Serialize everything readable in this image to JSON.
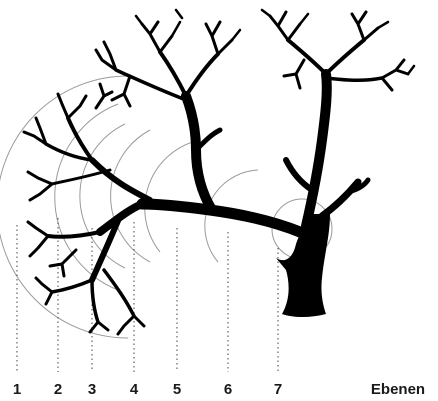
{
  "diagram": {
    "levels": [
      "1",
      "2",
      "3",
      "4",
      "5",
      "6",
      "7"
    ],
    "levels_label": "Ebenen"
  },
  "colors": {
    "tree": "#000000",
    "arcs": "#9a9a9a",
    "guides": "#555555",
    "background": "#ffffff"
  }
}
